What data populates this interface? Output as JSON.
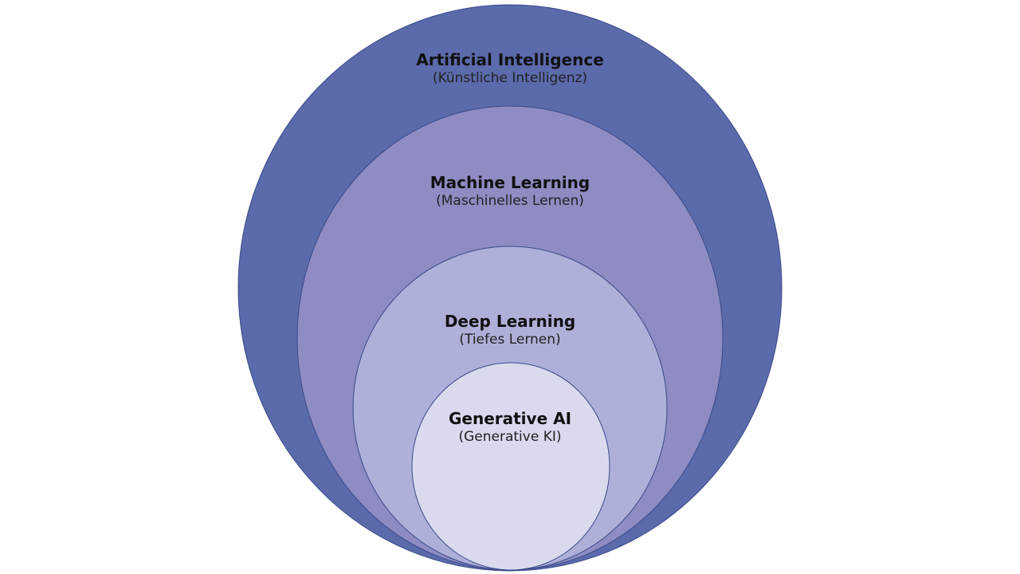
{
  "layers": [
    {
      "title": "Artificial Intelligence",
      "subtitle": "(Künstliche Intelligenz)",
      "color": "#5B6AAB"
    },
    {
      "title": "Machine Learning",
      "subtitle": "(Maschinelles Lernen)",
      "color": "#8E8CC2"
    },
    {
      "title": "Deep Learning",
      "subtitle": "(Tiefes Lernen)",
      "color": "#AFB0D9"
    },
    {
      "title": "Generative AI",
      "subtitle": "(Generative KI)",
      "color": "#D9DAEE"
    }
  ],
  "stroke": "#3A4A8A"
}
